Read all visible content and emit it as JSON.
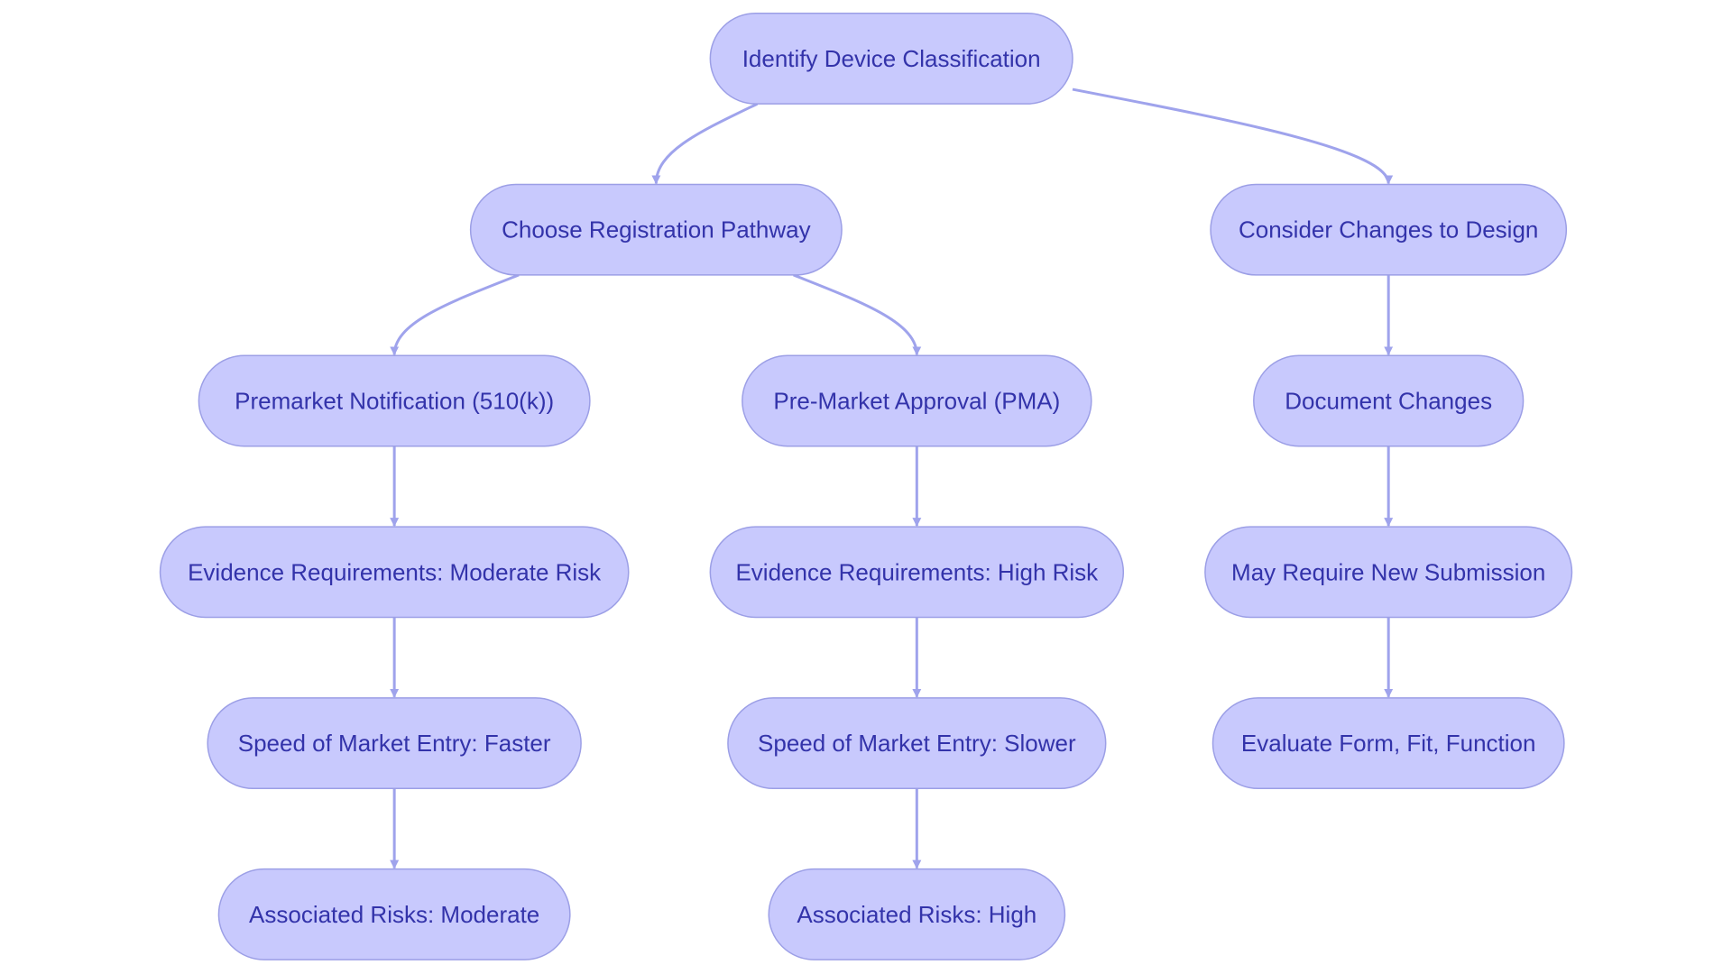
{
  "colors": {
    "node_fill": "#c8c9fd",
    "node_stroke": "#9c9fe6",
    "node_text": "#3333aa",
    "edge": "#9fa3ec",
    "background": "#ffffff"
  },
  "nodes": [
    {
      "id": "identify",
      "label": "Identify Device Classification"
    },
    {
      "id": "choose",
      "label": "Choose Registration Pathway"
    },
    {
      "id": "consider",
      "label": "Consider Changes to Design"
    },
    {
      "id": "premarket",
      "label": "Premarket Notification (510(k))"
    },
    {
      "id": "pma",
      "label": "Pre-Market Approval (PMA)"
    },
    {
      "id": "document",
      "label": "Document Changes"
    },
    {
      "id": "evidence-mod",
      "label": "Evidence Requirements: Moderate Risk"
    },
    {
      "id": "evidence-high",
      "label": "Evidence Requirements: High Risk"
    },
    {
      "id": "may-require",
      "label": "May Require New Submission"
    },
    {
      "id": "speed-faster",
      "label": "Speed of Market Entry: Faster"
    },
    {
      "id": "speed-slower",
      "label": "Speed of Market Entry: Slower"
    },
    {
      "id": "evaluate",
      "label": "Evaluate Form, Fit, Function"
    },
    {
      "id": "risks-mod",
      "label": "Associated Risks: Moderate"
    },
    {
      "id": "risks-high",
      "label": "Associated Risks: High"
    }
  ],
  "edges": [
    {
      "from": "identify",
      "to": "choose"
    },
    {
      "from": "identify",
      "to": "consider"
    },
    {
      "from": "choose",
      "to": "premarket"
    },
    {
      "from": "choose",
      "to": "pma"
    },
    {
      "from": "premarket",
      "to": "evidence-mod"
    },
    {
      "from": "evidence-mod",
      "to": "speed-faster"
    },
    {
      "from": "speed-faster",
      "to": "risks-mod"
    },
    {
      "from": "pma",
      "to": "evidence-high"
    },
    {
      "from": "evidence-high",
      "to": "speed-slower"
    },
    {
      "from": "speed-slower",
      "to": "risks-high"
    },
    {
      "from": "consider",
      "to": "document"
    },
    {
      "from": "document",
      "to": "may-require"
    },
    {
      "from": "may-require",
      "to": "evaluate"
    }
  ]
}
